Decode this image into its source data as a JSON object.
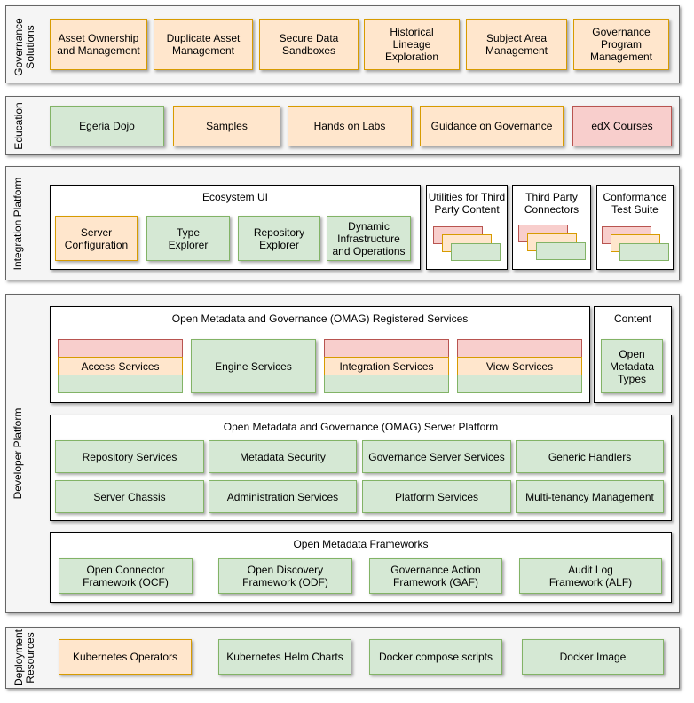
{
  "layers": {
    "governance": {
      "label": "Governance\nSolutions",
      "items": [
        "Asset Ownership\nand Management",
        "Duplicate Asset\nManagement",
        "Secure Data\nSandboxes",
        "Historical\nLineage Exploration",
        "Subject Area\nManagement",
        "Governance\nProgram\nManagement"
      ]
    },
    "education": {
      "label": "Education",
      "items": [
        "Egeria Dojo",
        "Samples",
        "Hands on Labs",
        "Guidance on Governance",
        "edX Courses"
      ]
    },
    "integration": {
      "label": "Integration Platform",
      "ecosystem_title": "Ecosystem UI",
      "ecosystem_items": [
        "Server\nConfiguration",
        "Type\nExplorer",
        "Repository\nExplorer",
        "Dynamic\nInfrastructure\nand Operations"
      ],
      "utilities_title": "Utilities for Third\nParty Content",
      "connectors_title": "Third Party\nConnectors",
      "conformance_title": "Conformance\nTest Suite"
    },
    "developer": {
      "label": "Developer Platform",
      "registered_title": "Open Metadata and Governance (OMAG) Registered Services",
      "registered_items": [
        "Access Services",
        "Engine Services",
        "Integration Services",
        "View Services"
      ],
      "content_title": "Content",
      "content_item": "Open\nMetadata\nTypes",
      "platform_title": "Open Metadata and Governance (OMAG) Server Platform",
      "platform_row1": [
        "Repository Services",
        "Metadata Security",
        "Governance Server Services",
        "Generic Handlers"
      ],
      "platform_row2": [
        "Server Chassis",
        "Administration Services",
        "Platform Services",
        "Multi-tenancy Management"
      ],
      "frameworks_title": "Open Metadata Frameworks",
      "frameworks_items": [
        "Open Connector\nFramework (OCF)",
        "Open Discovery\nFramework (ODF)",
        "Governance Action\nFramework (GAF)",
        "Audit Log\nFramework (ALF)"
      ]
    },
    "deployment": {
      "label": "Deployment\nResources",
      "items": [
        "Kubernetes Operators",
        "Kubernetes Helm Charts",
        "Docker compose scripts",
        "Docker Image"
      ]
    }
  },
  "colors": {
    "orange_fill": "#ffe6cc",
    "orange_stroke": "#d79b00",
    "green_fill": "#d5e8d4",
    "green_stroke": "#82b366",
    "red_fill": "#f8cecc",
    "red_stroke": "#b85450",
    "layer_fill": "#f5f5f5",
    "layer_stroke": "#666666"
  }
}
